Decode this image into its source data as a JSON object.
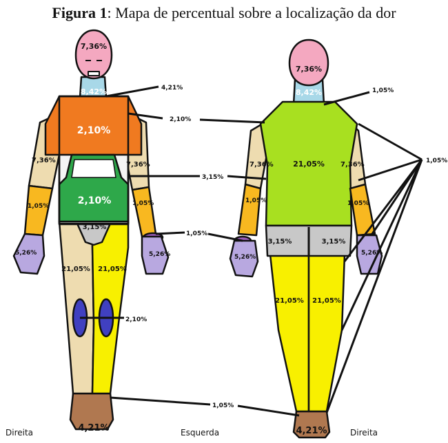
{
  "caption": {
    "bold": "Figura 1",
    "rest": ": Mapa de percentual sobre a localização da dor"
  },
  "side_labels": {
    "front_right": "Direita",
    "center": "Esquerda",
    "back_right": "Direita"
  },
  "colors": {
    "head": "#f4a8c0",
    "neck": "#a8d8e8",
    "chest": "#f07a20",
    "upper_back": "#a8e020",
    "abdomen": "#2ea84a",
    "upper_arm": "#eedcb0",
    "forearm": "#f8b820",
    "wrist": "#a060c0",
    "hand": "#b8a8e0",
    "groin": "#c8c8c8",
    "left_leg": "#eedcb0",
    "right_leg": "#f8f000",
    "knee": "#4040c0",
    "foot": "#b07850",
    "outline": "#111111"
  },
  "front": {
    "head": "7,36%",
    "neck": "8,42%",
    "neck_callout": "4,21%",
    "chest": "2,10%",
    "chest_callout": "2,10%",
    "upper_arm_right": "7,36%",
    "upper_arm_left": "7,36%",
    "abdomen_callout": "3,15%",
    "abdomen": "2,10%",
    "forearm_right": "1,05%",
    "forearm_left": "1,05%",
    "groin": "3,15%",
    "wrist_callout": "1,05%",
    "hand_right": "5,26%",
    "hand_left": "5,26%",
    "thigh_right": "21,05%",
    "thigh_left": "21,05%",
    "knee_callout": "2,10%",
    "feet": "4,21%",
    "feet_callout": "1,05%"
  },
  "back": {
    "head": "7,36%",
    "neck": "8,42%",
    "neck_callout": "1,05%",
    "back": "21,05%",
    "upper_arm_left": "7,36%",
    "upper_arm_right": "7,36%",
    "side_callout": "1,05%",
    "forearm_left": "1,05%",
    "forearm_right": "1,05%",
    "buttock_left": "3,15%",
    "buttock_right": "3,15%",
    "hand_left": "5,26%",
    "hand_right": "5,26%",
    "thigh_left": "21,05%",
    "thigh_right": "21,05%",
    "feet": "4,21%"
  }
}
